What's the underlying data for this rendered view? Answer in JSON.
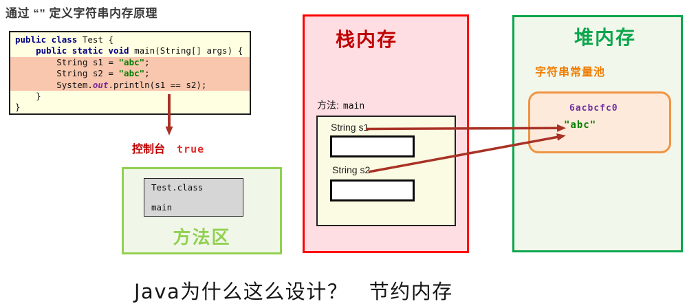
{
  "page": {
    "title": "通过 “” 定义字符串内存原理",
    "bottom_note": "Java为什么这么设计？　节约内存"
  },
  "code_block": {
    "lines": [
      {
        "highlight": false,
        "segments": [
          {
            "t": "public class",
            "c": "kw"
          },
          {
            "t": " Test {"
          }
        ]
      },
      {
        "highlight": false,
        "segments": [
          {
            "t": "    "
          },
          {
            "t": "public static void",
            "c": "kw"
          },
          {
            "t": " main(String[] args) {"
          }
        ]
      },
      {
        "highlight": true,
        "segments": [
          {
            "t": "        String s1 = "
          },
          {
            "t": "\"abc\"",
            "c": "str"
          },
          {
            "t": ";"
          }
        ]
      },
      {
        "highlight": true,
        "segments": [
          {
            "t": "        String s2 = "
          },
          {
            "t": "\"abc\"",
            "c": "str"
          },
          {
            "t": ";"
          }
        ]
      },
      {
        "highlight": true,
        "segments": [
          {
            "t": "        System."
          },
          {
            "t": "out",
            "c": "field"
          },
          {
            "t": ".println(s1 == s2);"
          }
        ]
      },
      {
        "highlight": false,
        "segments": [
          {
            "t": "    }"
          }
        ]
      },
      {
        "highlight": false,
        "segments": [
          {
            "t": "}"
          }
        ]
      }
    ]
  },
  "console": {
    "label": "控制台",
    "value": "true"
  },
  "method_area": {
    "title": "方法区",
    "class_box_lines": [
      "Test.class",
      "main"
    ]
  },
  "stack": {
    "title": "栈内存",
    "frame_label": "方法:",
    "frame_method": "main",
    "variables": [
      {
        "label": "String s1"
      },
      {
        "label": "String s2"
      }
    ]
  },
  "heap": {
    "title": "堆内存",
    "pool_label": "字符串常量池",
    "pool": {
      "address": "6acbcfc0",
      "value": "\"abc\""
    }
  },
  "colors": {
    "title_color": "#3b3b3b",
    "note_color": "#161616",
    "code_bg": "#ffffe2",
    "code_highlight": "#f9c7ad",
    "keyword_navy": "#000080",
    "string_green": "#008000",
    "field_purple": "#7d2998",
    "console_label_red": "#c00000",
    "console_true_red": "#e32b2b",
    "method_bg": "#f0f7e9",
    "method_green": "#92d050",
    "gray_box_bg": "#d6d6d6",
    "stack_bg": "#ffdee3",
    "stack_border": "#ff0000",
    "stack_title": "#c00000",
    "frame_bg": "#fbfae2",
    "heap_bg": "#f2f7ec",
    "heap_green": "#0aa64c",
    "orange_label": "#f07d00",
    "pool_bg": "#fdeada",
    "pool_border": "#ef9443",
    "address_purple": "#7030a0",
    "arrow_red": "#a93226"
  }
}
